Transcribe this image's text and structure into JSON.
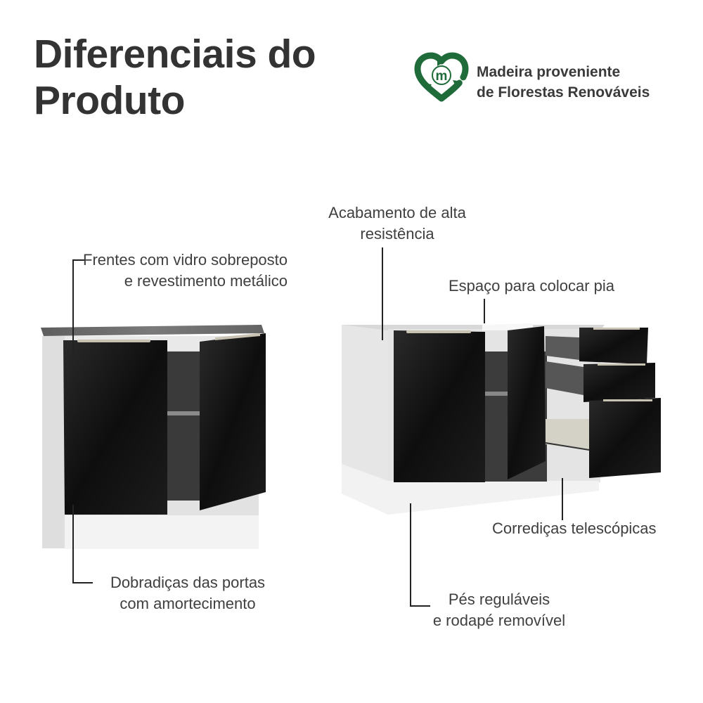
{
  "title": {
    "line1": "Diferenciais do",
    "line2": "Produto"
  },
  "badge": {
    "icon": "recycle-heart-m-icon",
    "letter": "m",
    "line1": "Madeira proveniente",
    "line2": "de Florestas Renováveis",
    "color": "#1f6b3a"
  },
  "callouts": {
    "fronts": {
      "line1": "Frentes com vidro sobreposto",
      "line2": "e revestimento metálico"
    },
    "hinges": {
      "line1": "Dobradiças das portas",
      "line2": "com amortecimento"
    },
    "finish": {
      "line1": "Acabamento de alta",
      "line2": "resistência"
    },
    "sink": {
      "line1": "Espaço para colocar pia"
    },
    "slides": {
      "line1": "Corrediças telescópicas"
    },
    "feet": {
      "line1": "Pés reguláveis",
      "line2": "e rodapé removível"
    }
  },
  "colors": {
    "front": "#141414",
    "body": "#eeeeee",
    "countertop": "#6e6e6e",
    "line": "#222222"
  }
}
